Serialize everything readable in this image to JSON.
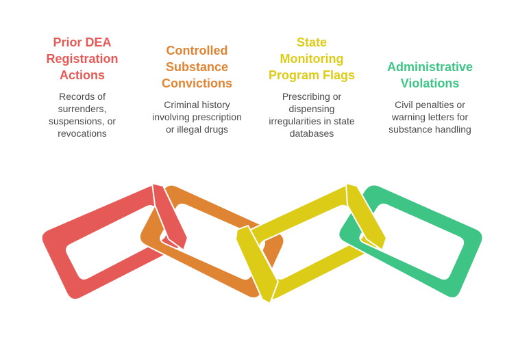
{
  "diagram": {
    "type": "interlocking-chain",
    "links": [
      {
        "title_lines": [
          "Prior DEA",
          "Registration",
          "Actions"
        ],
        "description_lines": [
          "Records of",
          "surrenders,",
          "suspensions, or",
          "revocations"
        ],
        "color": "#E55A56"
      },
      {
        "title_lines": [
          "Controlled",
          "Substance",
          "Convictions"
        ],
        "description_lines": [
          "Criminal history",
          "involving prescription",
          "or illegal drugs"
        ],
        "color": "#DF8432"
      },
      {
        "title_lines": [
          "State",
          "Monitoring",
          "Program Flags"
        ],
        "description_lines": [
          "Prescribing or",
          "dispensing",
          "irregularities in state",
          "databases"
        ],
        "color": "#DDCC17"
      },
      {
        "title_lines": [
          "Administrative",
          "Violations"
        ],
        "description_lines": [
          "Civil penalties or",
          "warning letters for",
          "substance handling"
        ],
        "color": "#3EC585"
      }
    ],
    "description_color": "#4A4A4A"
  }
}
